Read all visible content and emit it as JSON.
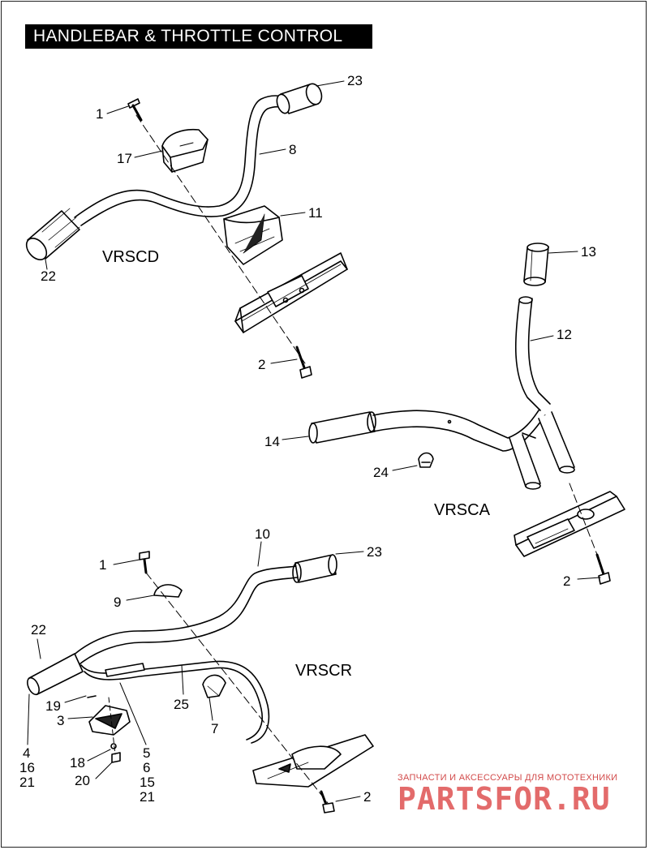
{
  "title": "HANDLEBAR & THROTTLE CONTROL",
  "models": {
    "vrscd": "VRSCD",
    "vrsca": "VRSCA",
    "vrscr": "VRSCR"
  },
  "callouts": {
    "c1a": "1",
    "c23a": "23",
    "c17": "17",
    "c8": "8",
    "c11": "11",
    "c22a": "22",
    "c2a": "2",
    "c13": "13",
    "c12": "12",
    "c14": "14",
    "c24": "24",
    "c2b": "2",
    "c10": "10",
    "c1b": "1",
    "c23b": "23",
    "c9": "9",
    "c22b": "22",
    "c19": "19",
    "c3": "3",
    "c25": "25",
    "c7": "7",
    "c4": "4",
    "c16": "16",
    "c21a": "21",
    "c5": "5",
    "c6": "6",
    "c15": "15",
    "c21b": "21",
    "c18": "18",
    "c20": "20",
    "c2c": "2"
  },
  "watermark": {
    "tagline": "ЗАПЧАСТИ И АКСЕССУАРЫ ДЛЯ МОТОТЕХНИКИ",
    "brand": "PARTSFOR.RU",
    "color": "#e36b6b"
  }
}
